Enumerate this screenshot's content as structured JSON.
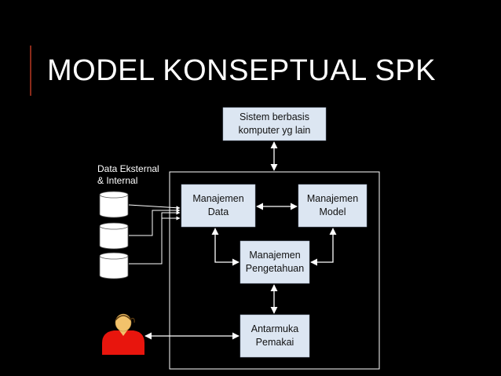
{
  "slide": {
    "title": "MODEL KONSEPTUAL SPK"
  },
  "diagram": {
    "nodes": {
      "external_system": "Sistem berbasis\nkomputer yg lain",
      "data_management": "Manajemen\nData",
      "model_management": "Manajemen\nModel",
      "knowledge_management": "Manajemen\nPengetahuan",
      "user_interface": "Antarmuka\nPemakai"
    },
    "data_sources_label": "Data Eksternal\n& Internal"
  },
  "colors": {
    "background": "#000000",
    "box_fill": "#dce6f2",
    "line": "#ffffff",
    "accent": "#8b2a1a",
    "user_body": "#e8150d",
    "user_face": "#f2c26b"
  },
  "icons": [
    "database-icon",
    "user-icon"
  ]
}
